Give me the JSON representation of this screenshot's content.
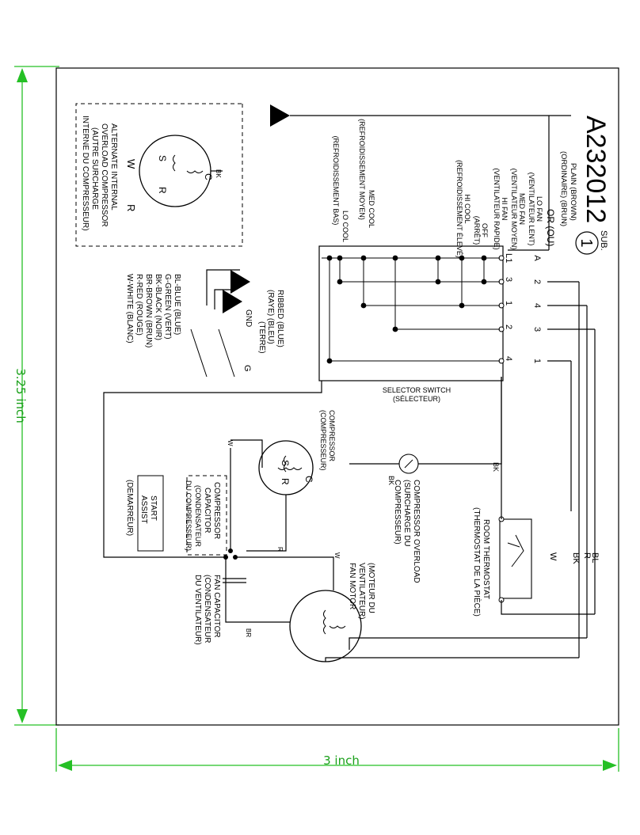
{
  "diagram": {
    "model_number": "A232012",
    "sub_label": "SUB.",
    "sub_number": "1",
    "dimension_height": "3.25 inch",
    "dimension_width": "3 inch",
    "alt_overload_lines": [
      "ALTERNATE INTERNAL",
      "OVERLOAD COMPRESSOR",
      "(AUTRE SURCHARGE",
      "INTERNE DU COMPRESSEUR)"
    ],
    "alt_c": "C",
    "alt_s": "S",
    "alt_r": "R",
    "alt_bk": "BK",
    "alt_w": "W",
    "alt_r2": "R",
    "plain_lines": [
      "PLAIN   (BROWN)",
      "(ORDINAIRE) (BRUN)"
    ],
    "or_label": "OR (OU)",
    "switch_positions": [
      [
        "LO FAN",
        "(VENTILATEUR LENT)"
      ],
      [
        "MED FAN",
        "(VENTILATEUR MOYEN)"
      ],
      [
        "HI FAN",
        "(VENTILATEUR RAPIDE)"
      ],
      [
        "OFF",
        "(ARRÊT)"
      ],
      [
        "HI  COOL",
        "(REFROIDISSEMENT ÉLEVÉ)"
      ],
      [
        "MED  COOL",
        "(REFROIDISSEMENT MOYEN)"
      ],
      [
        "LO  COOL",
        "(REFROIDISSEMENT BAS)"
      ]
    ],
    "switch_terms_left": [
      "L1",
      "3",
      "1",
      "2",
      "4"
    ],
    "switch_terms_right": [
      "A",
      "2",
      "4",
      "3",
      "1"
    ],
    "selector_switch_lines": [
      "SELECTOR SWITCH",
      "(SÉLECTEUR)"
    ],
    "ground_lines": [
      "RIBBED  (BLUE)",
      "(RAYE)   (BLEU)",
      "(TERRE)",
      "GND"
    ],
    "ground_g": "G",
    "legend": [
      "BL-BLUE        (BLUE)",
      "G-GREEN        (VERT)",
      "BK-BLACK       (NOIR)",
      "BR-BROWN (BRUN)",
      "R-RED            (ROUGE)",
      "W-WHITE  (BLANC)"
    ],
    "compressor_lines": [
      "COMPRESSOR",
      "(COMPRESSEUR)"
    ],
    "comp_c": "C",
    "comp_s": "S",
    "comp_r": "R",
    "comp_w": "W",
    "comp_r_wire": "R",
    "overload_bk_top": "BK",
    "overload_bk_side": "BK",
    "overload_lines": [
      "COMPRESSOR OVERLOAD",
      "(SURCHARGE  DU",
      "COMPRESSEUR)"
    ],
    "thermostat_lines": [
      "ROOM THERMOSTAT",
      "(THERMOSTAT DE LA PIÈCE)"
    ],
    "right_wires": [
      "R",
      "BL",
      "BK",
      "W"
    ],
    "fan_motor_lines": [
      "(MOTEUR DU",
      "VENTILATEUR)",
      "FAN MOTOR"
    ],
    "fan_w": "W",
    "fan_br": "BR",
    "fan_cap_lines": [
      "FAN CAPACITOR",
      "(CONDENSATEUR",
      "DU VENTILATEUR)"
    ],
    "comp_cap_lines": [
      "COMPRESSOR",
      "CAPACITOR",
      "(CONDENSATEUR",
      "DU COMPRESSEUR)"
    ],
    "start_assist_lines": [
      "START",
      "ASSIST",
      "(DEMARRÉUR)"
    ]
  }
}
